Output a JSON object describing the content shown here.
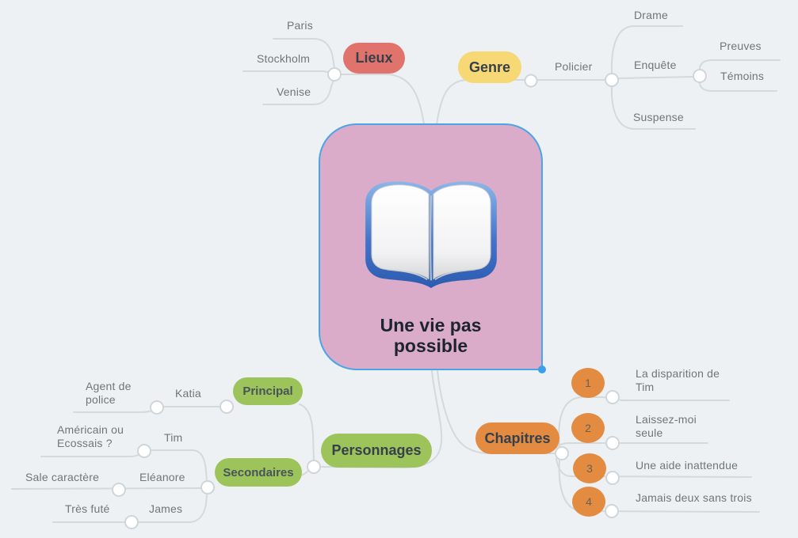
{
  "app": {
    "type": "mind-map"
  },
  "colors": {
    "background": "#edf1f4",
    "connector": "#d4d9dc",
    "center_fill": "#daacca",
    "center_border": "#4aa4e6",
    "lieux_pill": "#e0736b",
    "genre_pill": "#f6d874",
    "personnages_pill": "#9cc45a",
    "chapitres_pill": "#e28b41",
    "selection_handle": "#3ba0e8"
  },
  "center": {
    "title": "Une vie pas\npossible",
    "icon": "open-book"
  },
  "topics": {
    "lieux": {
      "label": "Lieux"
    },
    "genre": {
      "label": "Genre"
    },
    "personnages": {
      "label": "Personnages"
    },
    "chapitres": {
      "label": "Chapitres"
    },
    "principal": {
      "label": "Principal"
    },
    "secondaires": {
      "label": "Secondaires"
    }
  },
  "labels": {
    "paris": "Paris",
    "stockholm": "Stockholm",
    "venise": "Venise",
    "policier": "Policier",
    "drame": "Drame",
    "enquete": "Enquête",
    "suspense": "Suspense",
    "preuves": "Preuves",
    "temoins": "Témoins",
    "katia": "Katia",
    "agent_de_police": "Agent de\npolice",
    "tim": "Tim",
    "americain_ou_ecossais": "Américain ou\nEcossais ?",
    "sale_caractere": "Sale caractère",
    "eleanore": "Eléanore",
    "tres_fute": "Très futé",
    "james": "James"
  },
  "chapters": [
    {
      "num": "1",
      "title": "La disparition de\nTim"
    },
    {
      "num": "2",
      "title": "Laissez-moi\nseule"
    },
    {
      "num": "3",
      "title": "Une aide inattendue"
    },
    {
      "num": "4",
      "title": "Jamais deux sans trois"
    }
  ]
}
